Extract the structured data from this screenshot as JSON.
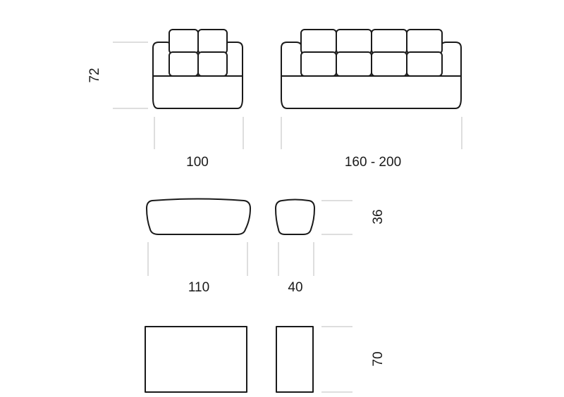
{
  "dimensions": {
    "height_sofa": "72",
    "armchair_width": "100",
    "sofa_width": "160 - 200",
    "pouf_height": "36",
    "bench_width": "110",
    "pouf_width": "40",
    "table_depth": "70"
  },
  "colors": {
    "outline": "#1a1a1a",
    "dimension_line": "#bdbdbd"
  }
}
